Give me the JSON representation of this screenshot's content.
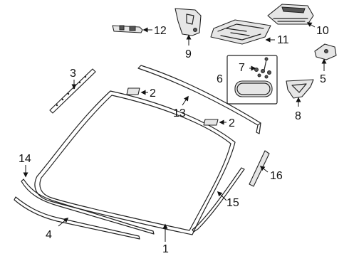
{
  "callouts": [
    {
      "id": "1",
      "text": "1"
    },
    {
      "id": "2a",
      "text": "2"
    },
    {
      "id": "2b",
      "text": "2"
    },
    {
      "id": "3",
      "text": "3"
    },
    {
      "id": "4",
      "text": "4"
    },
    {
      "id": "5",
      "text": "5"
    },
    {
      "id": "6",
      "text": "6"
    },
    {
      "id": "7",
      "text": "7"
    },
    {
      "id": "8",
      "text": "8"
    },
    {
      "id": "9",
      "text": "9"
    },
    {
      "id": "10",
      "text": "10"
    },
    {
      "id": "11",
      "text": "11"
    },
    {
      "id": "12",
      "text": "12"
    },
    {
      "id": "13",
      "text": "13"
    },
    {
      "id": "14",
      "text": "14"
    },
    {
      "id": "15",
      "text": "15"
    },
    {
      "id": "16",
      "text": "16"
    }
  ]
}
